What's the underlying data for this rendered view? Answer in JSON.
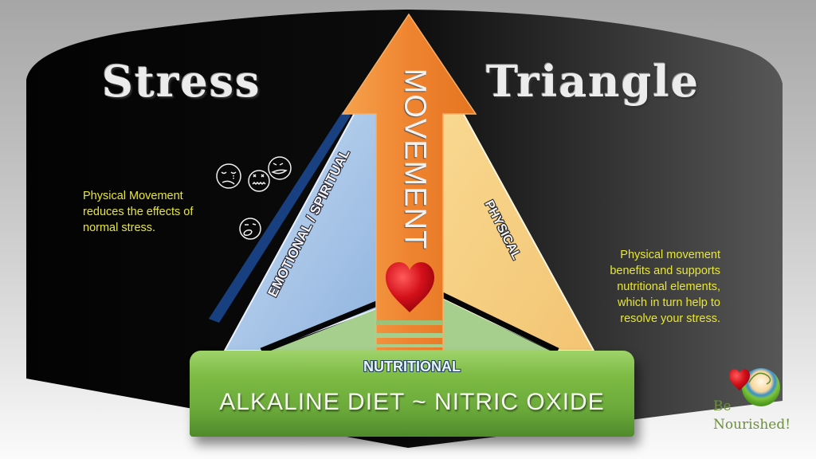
{
  "title": {
    "left_word": "Stress",
    "right_word": "Triangle"
  },
  "captions": {
    "left": [
      "Physical Movement",
      "reduces the effects of",
      "normal stress."
    ],
    "right": [
      "Physical movement",
      "benefits and supports",
      "nutritional elements,",
      "which in turn help to",
      "resolve your stress."
    ]
  },
  "triangle": {
    "left_side_label": "EMOTIONAL / SPIRITUAL",
    "right_side_label": "PHYSICAL",
    "base_label": "NUTRITIONAL",
    "arrow_label": "MOVEMENT"
  },
  "banner": {
    "subtitle": "NUTRITIONAL",
    "main": "ALKALINE DIET ~ NITRIC OXIDE"
  },
  "logo": {
    "line1": "Be",
    "line2": "Nourished!"
  },
  "icons": [
    "stress-face-crying-icon",
    "stress-face-dizzy-icon",
    "stress-face-angry-icon",
    "stress-face-groaning-icon",
    "heart-icon",
    "be-nourished-logo-icon"
  ],
  "colors": {
    "background_panel": "#050505",
    "arrow_orange": "#f08a32",
    "emotional_blue": "#a9c6e8",
    "physical_yellow": "#f6cd80",
    "nutritional_green": "#a6cf8e",
    "banner_green": "#74b240",
    "caption_yellow": "#e8e636",
    "heart_red": "#d0101a"
  }
}
